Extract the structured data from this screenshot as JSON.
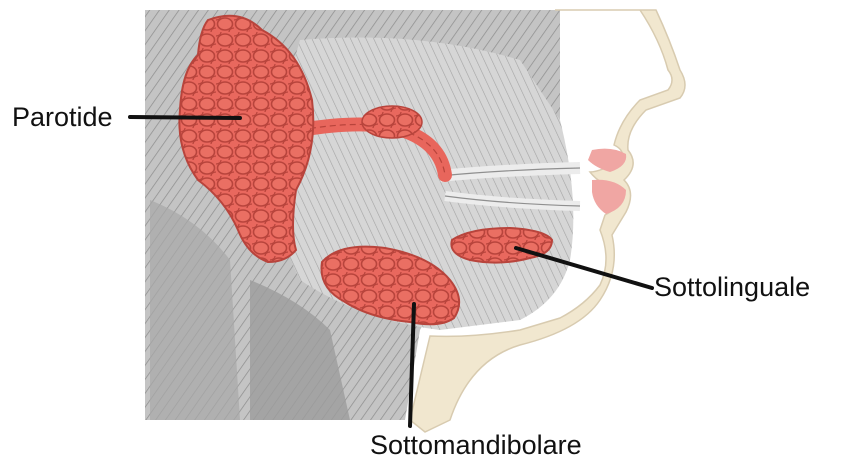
{
  "labels": {
    "parotide": "Parotide",
    "sottolinguale": "Sottolinguale",
    "sottomandibolare": "Sottomandibolare"
  },
  "structures": [
    {
      "name": "parotid-gland",
      "color": "#e8665c"
    },
    {
      "name": "submandibular-gland",
      "color": "#e8665c"
    },
    {
      "name": "sublingual-gland",
      "color": "#e8665c"
    }
  ],
  "colors": {
    "gland": "#e8665c",
    "gland_lobule": "#b8443c",
    "skin": "#f1e7cf",
    "lip": "#f0a6a3",
    "tissue_gray": "#b9b9b9",
    "leader_line": "#111111"
  }
}
